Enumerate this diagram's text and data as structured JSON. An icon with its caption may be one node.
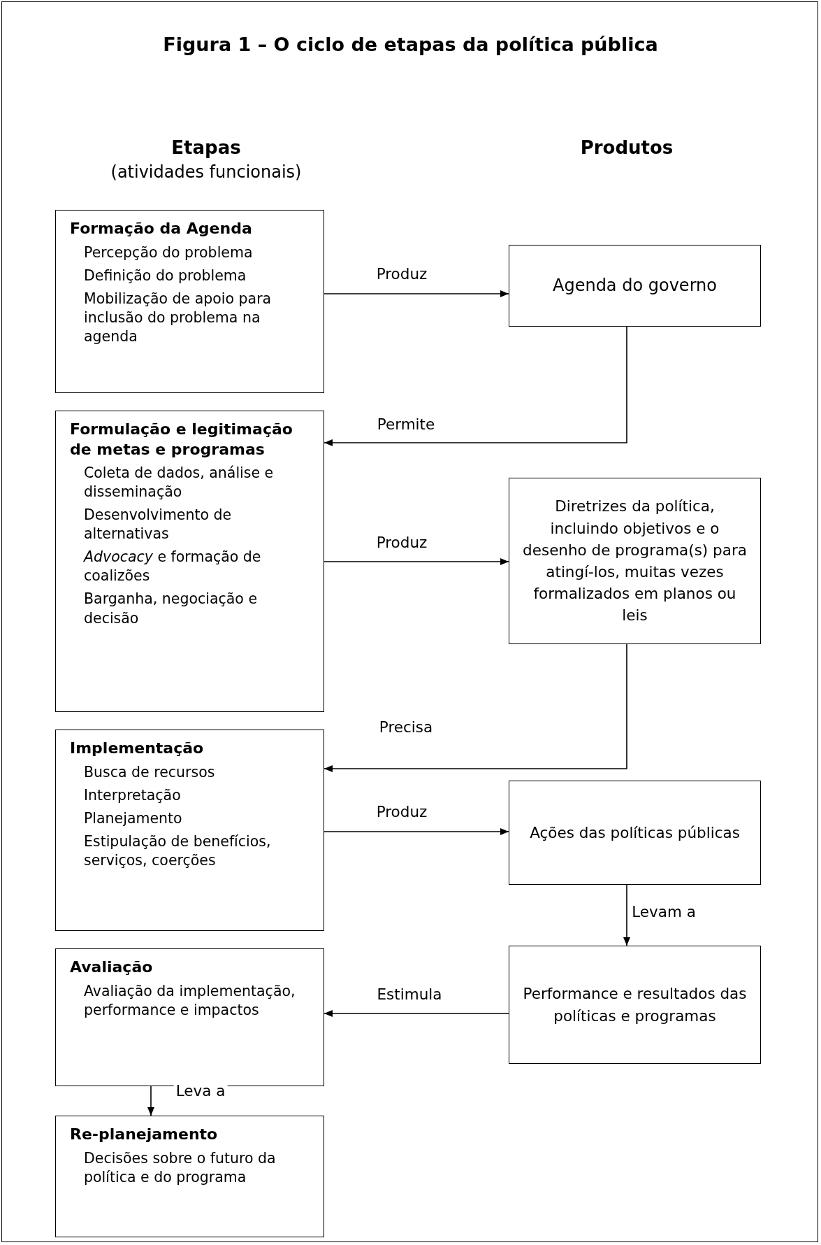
{
  "diagram": {
    "title": "Figura 1 – O ciclo de etapas da política pública",
    "nodes": [
      {
        "text": [
          "Formação da Agenda",
          "Percepção do problema",
          "Definição do problema",
          "Mobilização de apoio para inclusão do problema na agenda"
        ]
      },
      {
        "text": [
          "Agenda do governo"
        ]
      },
      {
        "text": [
          "Formulação e legitimação de metas e programas",
          "Coleta de dados, análise e disseminação",
          "Desenvolvimento de alternativas",
          "*Advocacy* e formação de coalizões",
          "Barganha, negociação e decisão"
        ]
      },
      {
        "text": [
          "Diretrizes da política, incluindo objetivos e o desenho de programa(s) para atingí-los, muitas vezes formalizados em planos ou leis"
        ]
      },
      {
        "text": [
          "Implementação",
          "Busca de recursos",
          "Interpretação",
          "Planejamento",
          "Estipulação de benefícios, serviços, coerções"
        ]
      },
      {
        "text": [
          "Ações das políticas públicas"
        ]
      },
      {
        "text": [
          "Avaliação",
          "Avaliação da implementação, performance e impactos"
        ]
      },
      {
        "text": [
          "Performance e resultados das políticas e programas"
        ]
      },
      {
        "text": [
          "Re-planejamento",
          "Decisões sobre o futuro da política e do programa"
        ]
      }
    ],
    "edges": [
      {
        "from": 0,
        "to": 1,
        "arrow": "to",
        "label": "Produz"
      },
      {
        "from": 1,
        "to": 2,
        "arrow": "to",
        "label": "Permite"
      },
      {
        "from": 2,
        "to": 3,
        "arrow": "to",
        "label": "Produz"
      },
      {
        "from": 3,
        "to": 4,
        "arrow": "to",
        "label": "Precisa"
      },
      {
        "from": 4,
        "to": 5,
        "arrow": "to",
        "label": "Produz"
      },
      {
        "from": 5,
        "to": 7,
        "arrow": "to",
        "label": "Levam a"
      },
      {
        "from": 7,
        "to": 6,
        "arrow": "to",
        "label": "Estimula"
      },
      {
        "from": 6,
        "to": 8,
        "arrow": "to",
        "label": "Leva a"
      }
    ],
    "labels": [
      "Etapas",
      "(atividades funcionais)",
      "Produtos"
    ]
  }
}
